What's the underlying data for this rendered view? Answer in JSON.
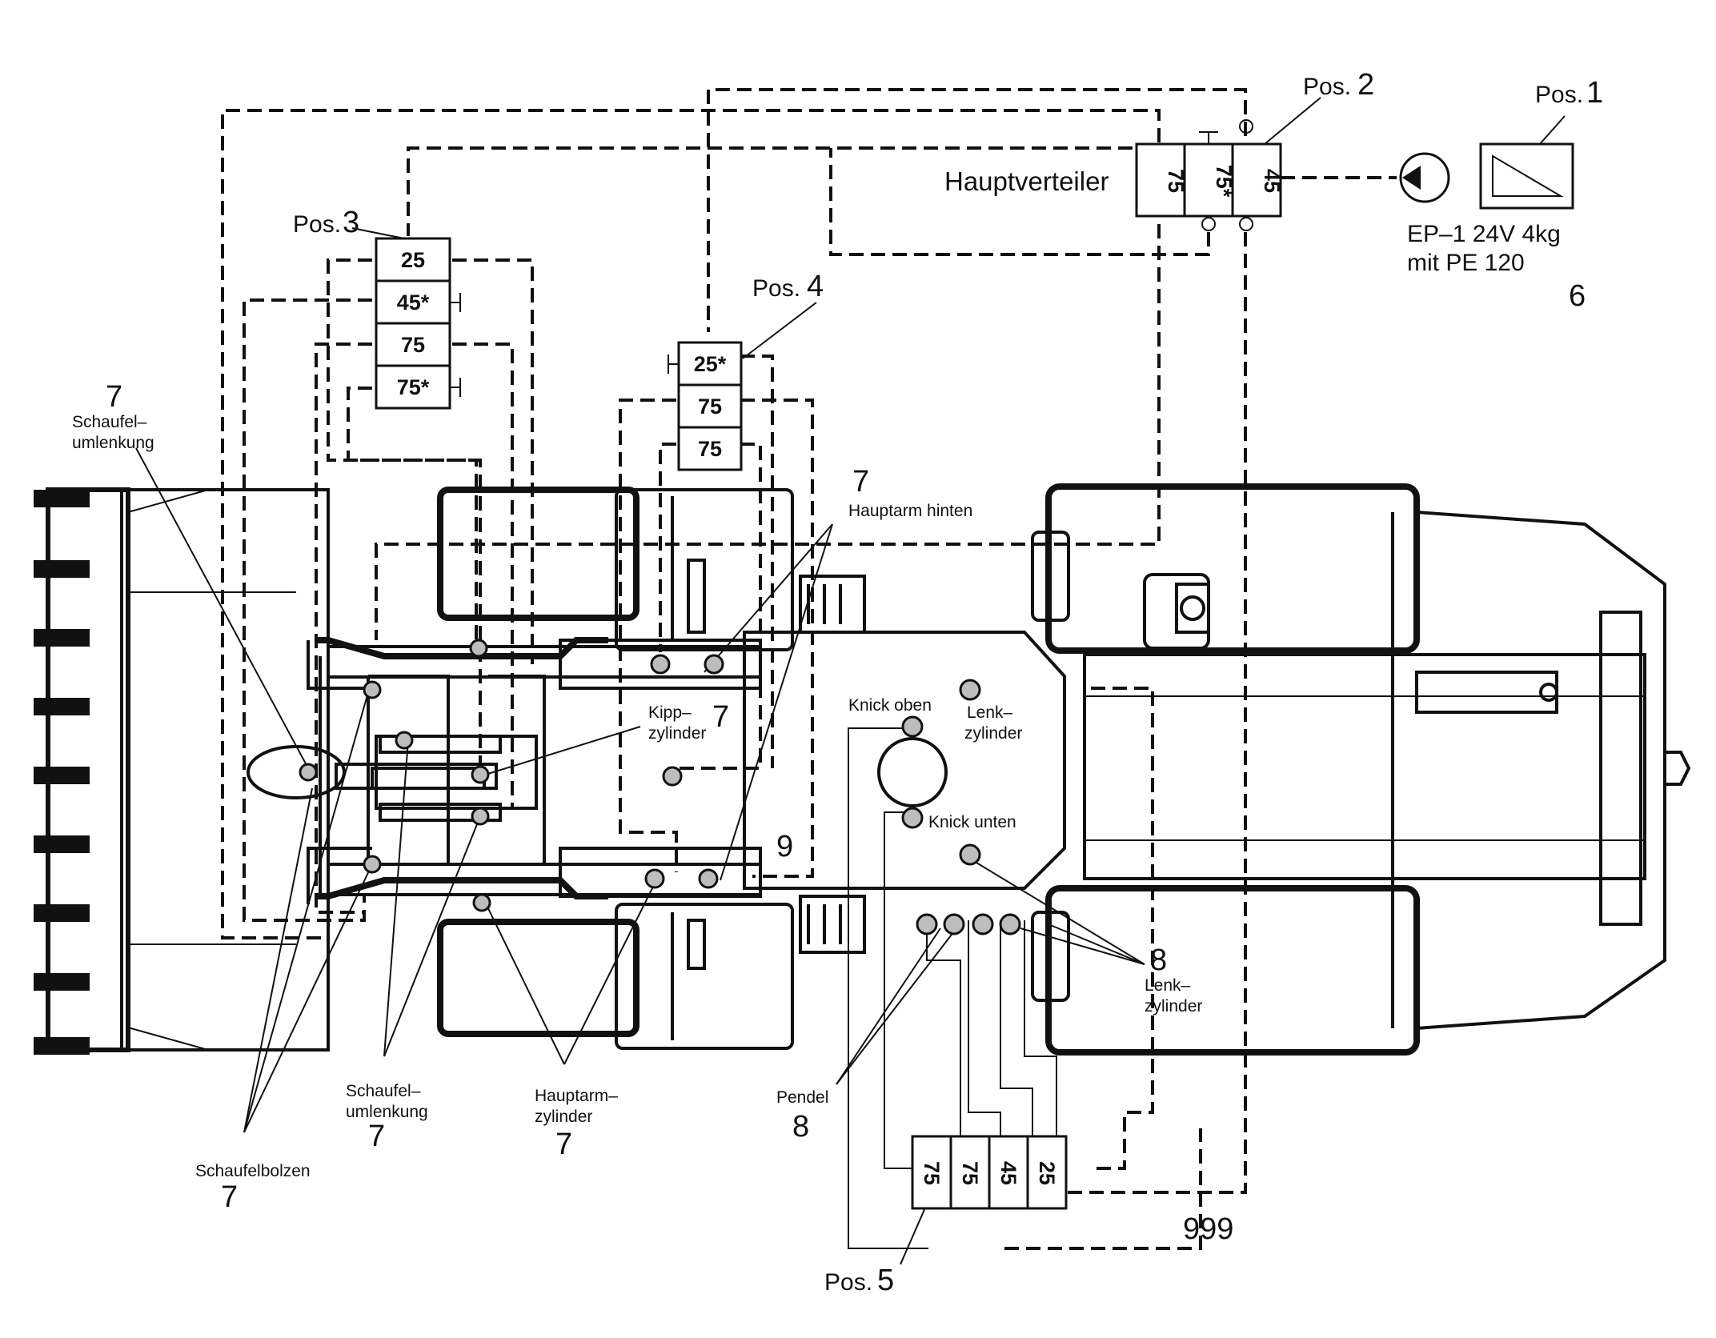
{
  "labels": {
    "pos1": "Pos.",
    "pos1_num": "1",
    "pos2": "Pos.",
    "pos2_num": "2",
    "pos3": "Pos.",
    "pos3_num": "3",
    "pos4": "Pos.",
    "pos4_num": "4",
    "pos5": "Pos.",
    "pos5_num": "5",
    "hauptverteiler": "Hauptverteiler",
    "pump_line1": "EP–1 24V 4kg",
    "pump_line2": "mit PE 120",
    "num_6": "6",
    "schaufelumlenkung_top_num": "7",
    "schaufelumlenkung_top_1": "Schaufel–",
    "schaufelumlenkung_top_2": "umlenkung",
    "hauptarm_hinten_num": "7",
    "hauptarm_hinten": "Hauptarm hinten",
    "kipp_1": "Kipp–",
    "kipp_2": "zylinder",
    "kipp_num": "7",
    "knick_oben": "Knick oben",
    "knick_unten": "Knick unten",
    "lenk_top_1": "Lenk–",
    "lenk_top_2": "zylinder",
    "num_9": "9",
    "num_8_right": "8",
    "lenk_bottom_1": "Lenk–",
    "lenk_bottom_2": "zylinder",
    "pendel": "Pendel",
    "pendel_num": "8",
    "schaufelumlenkung_bot_1": "Schaufel–",
    "schaufelumlenkung_bot_2": "umlenkung",
    "schaufelumlenkung_bot_num": "7",
    "hauptarm_zyl_1": "Hauptarm–",
    "hauptarm_zyl_2": "zylinder",
    "hauptarm_zyl_num": "7",
    "schaufelbolzen": "Schaufelbolzen",
    "schaufelbolzen_num": "7",
    "num_999": "999"
  },
  "distributors": {
    "main": [
      "75",
      "75*",
      "45"
    ],
    "pos3": [
      "25",
      "45*",
      "75",
      "75*"
    ],
    "pos4": [
      "25*",
      "75",
      "75"
    ],
    "pos5": [
      "75",
      "75",
      "45",
      "25"
    ]
  }
}
